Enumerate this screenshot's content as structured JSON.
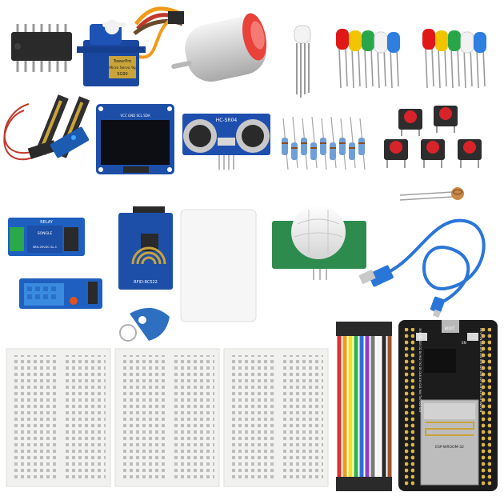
{
  "labels": {
    "servo_brand": "TowerPro",
    "servo_model": "Micro Servo 9g",
    "servo_code": "SG90",
    "oled_header": "VCC GND SCL SDA",
    "sonar_model": "HC-SR04",
    "relay_title": "RELAY",
    "relay_brand": "SONGLE",
    "relay_part": "SRD-05VDC-SL-C",
    "rfid_model": "RFID-RC522",
    "esp_boot": "BOOT",
    "esp_en": "EN",
    "esp_module": "ESP-WROOM-32",
    "esp_top_pins": "3V3 GND D15 D2 D4 RX2 TX2 D5 D18 D19 D21 RX0 TX0 D22 D23",
    "esp_bottom_pins": "EN VP VN D34 D35 D32 D33 D25 D26 D27 D14 D12 D13 GND VIN"
  },
  "colors": {
    "led": [
      "#e01818",
      "#f2c400",
      "#2aa64a",
      "#f2f2f2",
      "#2f7fe0"
    ],
    "jumper": [
      "#e03030",
      "#f29a1a",
      "#f2e022",
      "#2fb24a",
      "#2f6fe0",
      "#8a3fc8",
      "#7a7a7a",
      "#f4f4f4",
      "#2a2a2a",
      "#a0522d"
    ],
    "breadboard": "#f1f1ef",
    "pcb_blue": "#1d4fa8",
    "esp_black": "#1c1c1c"
  },
  "icons": [
    "ic-chip",
    "servo-motor",
    "dc-motor",
    "rgb-led",
    "led-set",
    "soil-moisture-sensor",
    "oled-display",
    "ultrasonic-sensor",
    "resistor",
    "push-button",
    "photoresistor",
    "relay-module",
    "rfid-reader",
    "rfid-card",
    "rfid-keyfob",
    "pir-sensor",
    "usb-cable",
    "dht11-sensor",
    "breadboard",
    "jumper-wires",
    "esp32-board"
  ]
}
